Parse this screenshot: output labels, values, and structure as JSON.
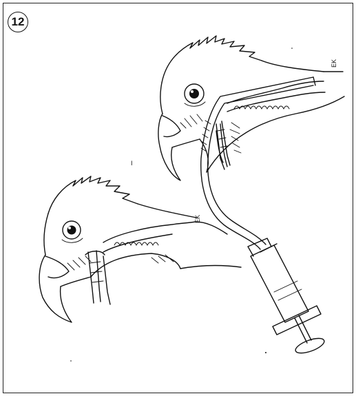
{
  "figure": {
    "number": "12",
    "labels": {
      "upper_mark": "EK",
      "lower_mark": "EK",
      "upper_side_mark": "I"
    }
  },
  "colors": {
    "ink": "#111111",
    "paper": "#ffffff",
    "frame": "#222222"
  },
  "icons": [
    "bird-head-icon",
    "syringe-icon",
    "forceps-icon",
    "tube-icon"
  ]
}
